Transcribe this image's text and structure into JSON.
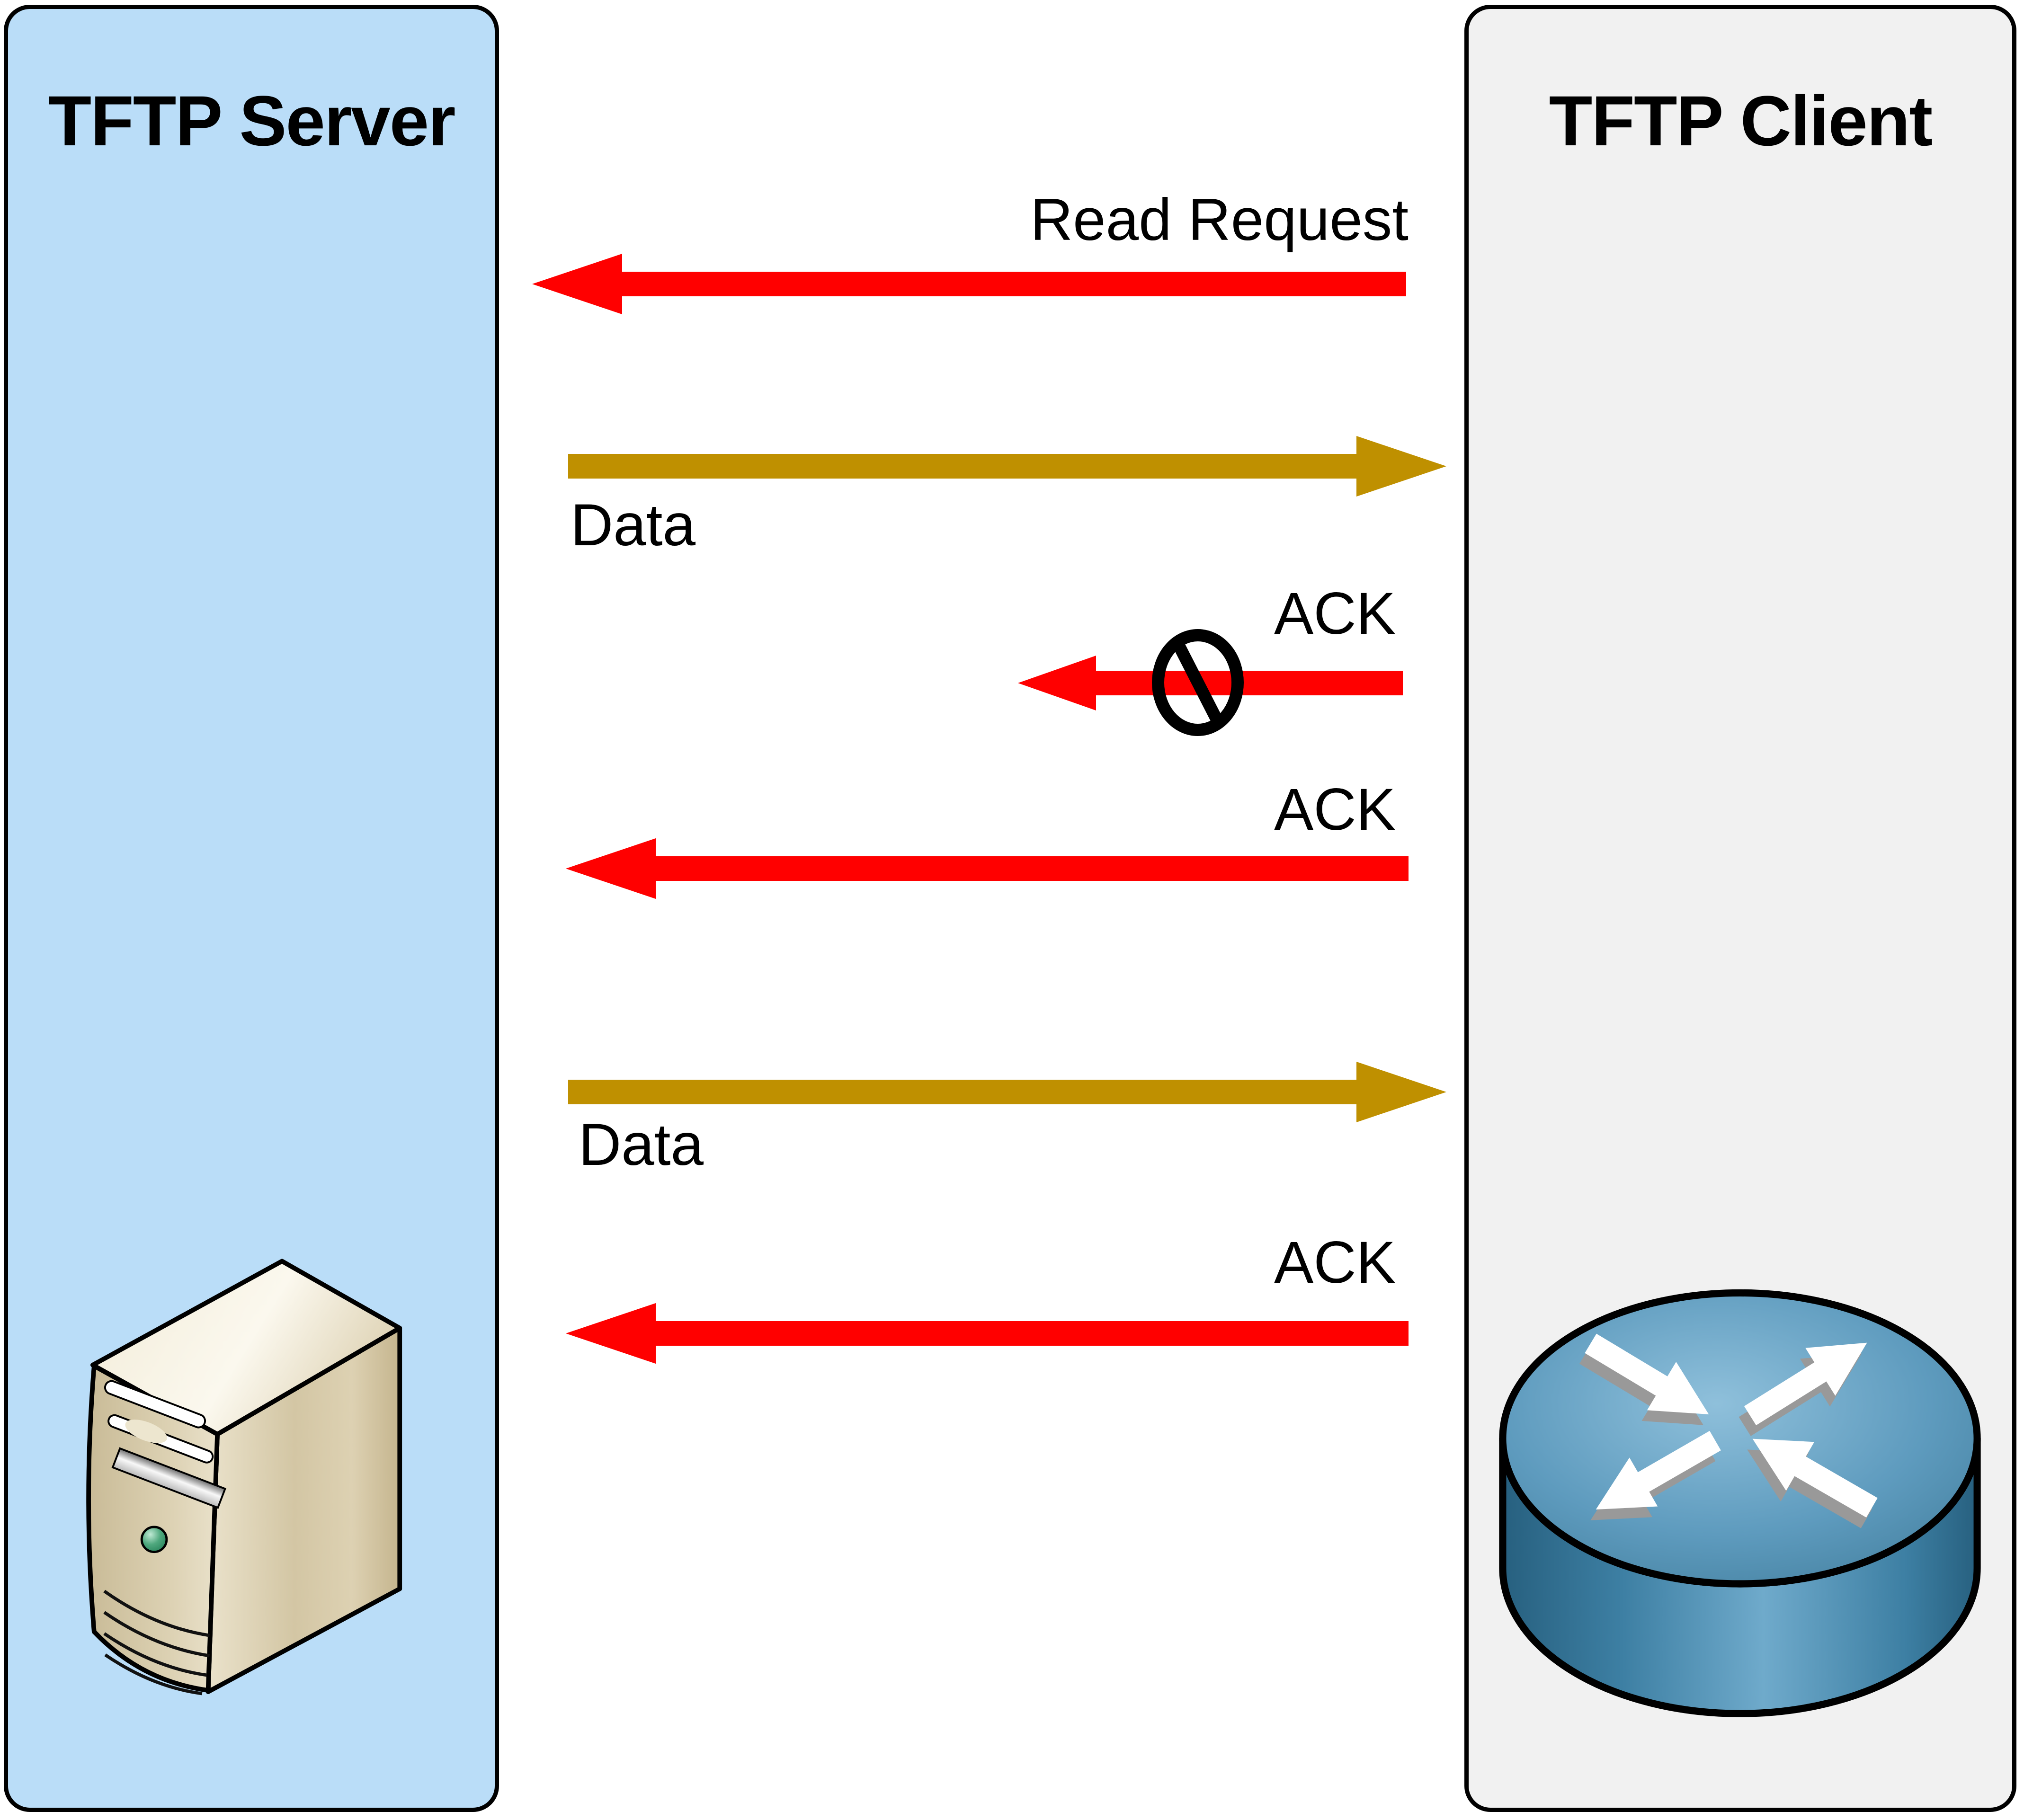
{
  "server_panel": {
    "title": "TFTP Server",
    "bg_color": "#BADDF8"
  },
  "client_panel": {
    "title": "TFTP Client",
    "bg_color": "#F1F1F1"
  },
  "colors": {
    "request_ack_red": "#FF0000",
    "data_gold": "#BF9000",
    "outline_black": "#000000",
    "router_blue_top": "#5E9BBE",
    "server_beige": "#D8CCAE"
  },
  "messages": [
    {
      "label": "Read Request",
      "from": "client",
      "to": "server",
      "direction": "left",
      "color": "#FF0000",
      "blocked": false
    },
    {
      "label": "Data",
      "from": "server",
      "to": "client",
      "direction": "right",
      "color": "#BF9000",
      "blocked": false
    },
    {
      "label": "ACK",
      "from": "client",
      "to": "server",
      "direction": "left",
      "color": "#FF0000",
      "blocked": true
    },
    {
      "label": "ACK",
      "from": "client",
      "to": "server",
      "direction": "left",
      "color": "#FF0000",
      "blocked": false
    },
    {
      "label": "Data",
      "from": "server",
      "to": "client",
      "direction": "right",
      "color": "#BF9000",
      "blocked": false
    },
    {
      "label": "ACK",
      "from": "client",
      "to": "server",
      "direction": "left",
      "color": "#FF0000",
      "blocked": false
    }
  ],
  "icons": {
    "server": "server-tower-icon",
    "client": "router-icon",
    "blocked": "prohibition-icon"
  }
}
